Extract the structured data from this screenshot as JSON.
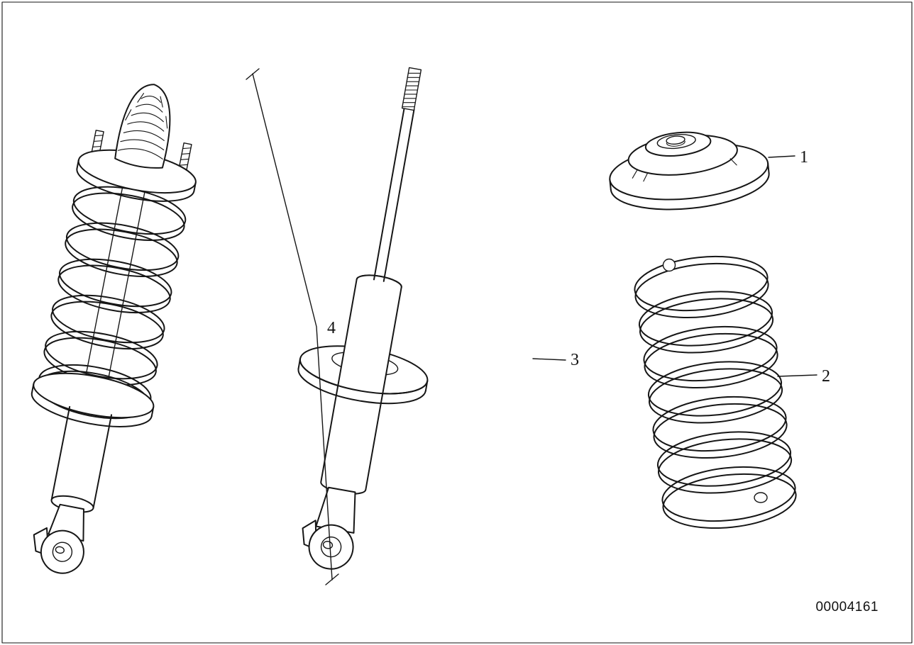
{
  "page": {
    "background": "#ffffff",
    "ink": "#161616"
  },
  "diagram": {
    "callouts": {
      "item1": {
        "label": "1"
      },
      "item2": {
        "label": "2"
      },
      "item3": {
        "label": "3"
      },
      "item4": {
        "label": "4"
      }
    },
    "drawing_number": "00004161"
  }
}
